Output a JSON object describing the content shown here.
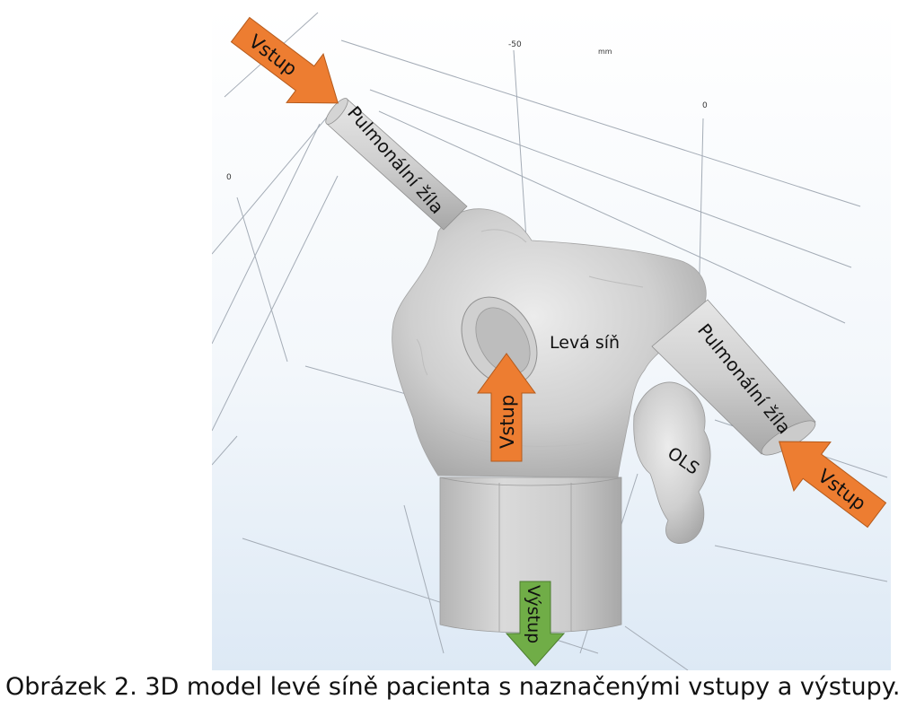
{
  "axis": {
    "tick_top": "-50",
    "unit": "mm",
    "tick_right": "0",
    "tick_left": "0"
  },
  "labels": {
    "inlet_top": "Vstup",
    "inlet_center": "Vstup",
    "inlet_right": "Vstup",
    "outlet": "Výstup",
    "vein_left": "Pulmonální žíla",
    "vein_right": "Pulmonální žíla",
    "atrium": "Levá síň",
    "appendage": "OLS"
  },
  "colors": {
    "inlet_arrow": "#ED7D31",
    "outlet_arrow": "#70AD47",
    "model_gray": "#c9c9c9",
    "grid_line": "#9aa2ad"
  },
  "caption": "Obrázek 2. 3D model levé síně pacienta s naznačenými vstupy a výstupy."
}
